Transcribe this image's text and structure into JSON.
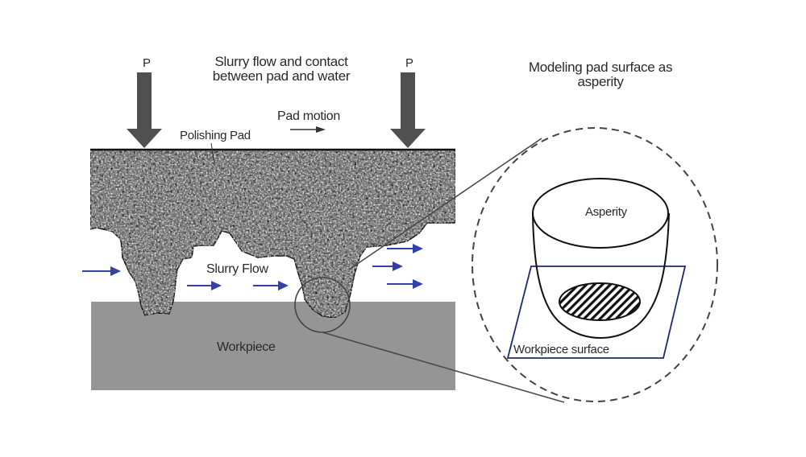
{
  "diagram": {
    "title_left": [
      "Slurry flow and contact",
      "between pad and water"
    ],
    "title_right": [
      "Modeling pad surface as",
      "asperity"
    ],
    "force_label_left": "P",
    "force_label_right": "P",
    "pad_motion_label": "Pad motion",
    "polishing_pad_label": "Polishing Pad",
    "slurry_flow_label": "Slurry Flow",
    "workpiece_label": "Workpiece",
    "asperity_label": "Asperity",
    "workpiece_surface_label": "Workpiece surface",
    "colors": {
      "force_arrow": "#505050",
      "pad_base": "#8a8a8a",
      "workpiece": "#959595",
      "slurry_arrow": "#3340a8",
      "surface_plane": "#1e2a6e",
      "outline": "#222222",
      "leader_line": "#4a4a4a"
    }
  }
}
